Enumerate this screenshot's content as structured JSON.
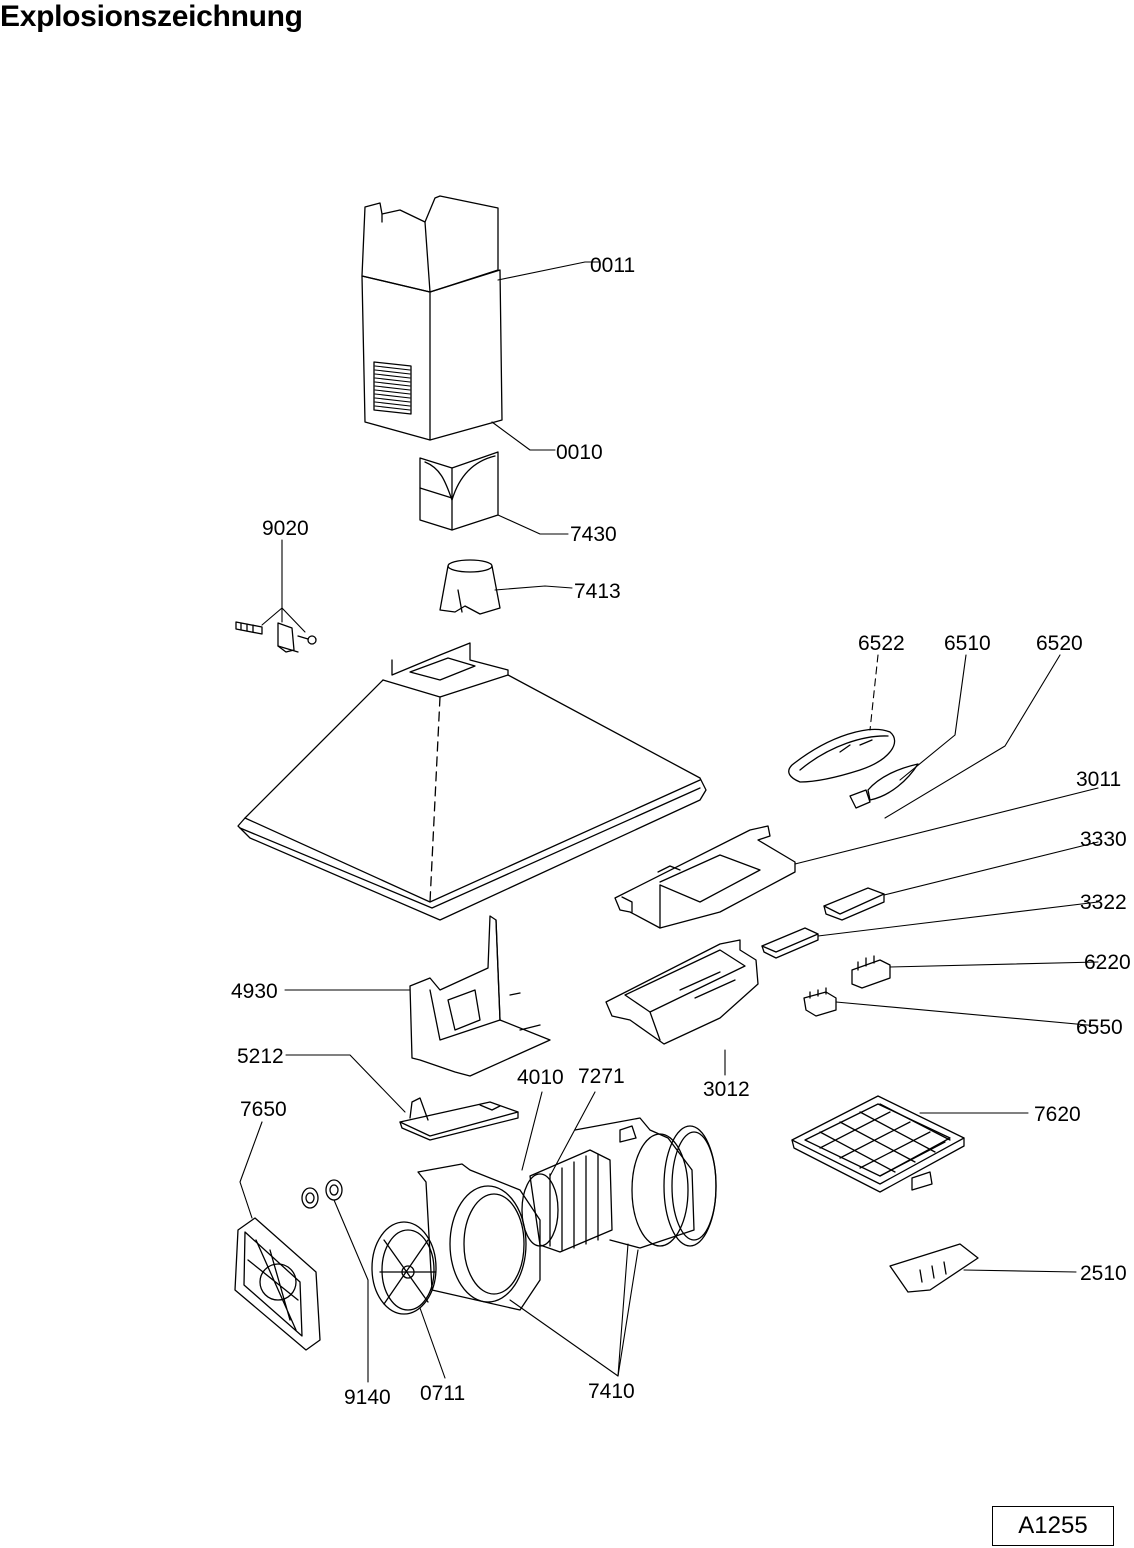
{
  "title": "Explosionszeichnung",
  "document_code": "A1255",
  "colors": {
    "ink": "#000000",
    "paper": "#ffffff"
  },
  "parts": [
    {
      "id": "0011"
    },
    {
      "id": "0010"
    },
    {
      "id": "7430"
    },
    {
      "id": "7413"
    },
    {
      "id": "9020"
    },
    {
      "id": "6522"
    },
    {
      "id": "6510"
    },
    {
      "id": "6520"
    },
    {
      "id": "3011"
    },
    {
      "id": "3330"
    },
    {
      "id": "3322"
    },
    {
      "id": "6220"
    },
    {
      "id": "6550"
    },
    {
      "id": "4930"
    },
    {
      "id": "3012"
    },
    {
      "id": "5212"
    },
    {
      "id": "4010"
    },
    {
      "id": "7271"
    },
    {
      "id": "7650"
    },
    {
      "id": "7620"
    },
    {
      "id": "2510"
    },
    {
      "id": "9140"
    },
    {
      "id": "0711"
    },
    {
      "id": "7410"
    }
  ]
}
